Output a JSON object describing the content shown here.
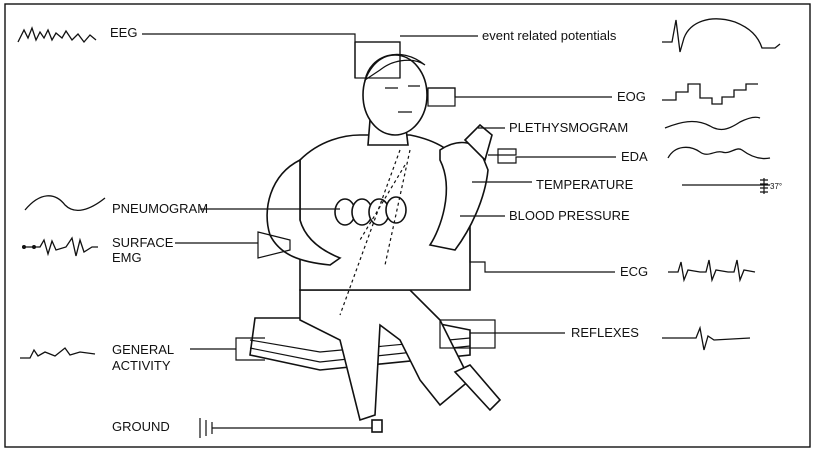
{
  "labels": {
    "eeg": "EEG",
    "erp": "event related potentials",
    "eog": "EOG",
    "plethysmogram": "PLETHYSMOGRAM",
    "eda": "EDA",
    "temperature": "TEMPERATURE",
    "temp_value": "37°",
    "blood_pressure": "BLOOD PRESSURE",
    "pneumogram": "PNEUMOGRAM",
    "surface_emg_1": "SURFACE",
    "surface_emg_2": "EMG",
    "ecg": "ECG",
    "reflexes": "REFLEXES",
    "general_activity_1": "GENERAL",
    "general_activity_2": "ACTIVITY",
    "ground": "GROUND"
  }
}
